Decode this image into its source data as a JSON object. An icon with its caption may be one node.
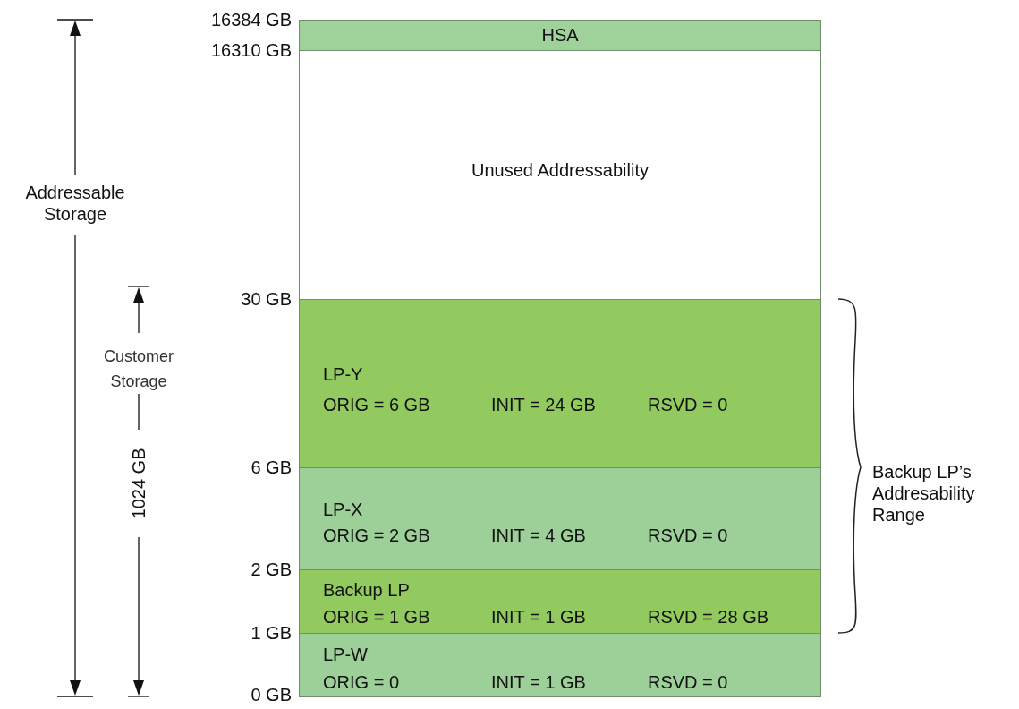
{
  "diagram": {
    "nodes": [
      {
        "text": [
          "HSA"
        ]
      },
      {
        "text": [
          "Unused Addressability"
        ]
      },
      {
        "text": [
          "LP-Y",
          "ORIG = 6 GB",
          "INIT = 24 GB",
          "RSVD = 0"
        ]
      },
      {
        "text": [
          "LP-X",
          "ORIG = 2 GB",
          "INIT = 4 GB",
          "RSVD = 0"
        ]
      },
      {
        "text": [
          "Backup LP",
          "ORIG = 1 GB",
          "INIT = 1 GB",
          "RSVD = 28 GB"
        ]
      },
      {
        "text": [
          "LP-W",
          "ORIG = 0",
          "INIT = 1 GB",
          "RSVD = 0"
        ]
      }
    ],
    "edges": [],
    "labels": [
      "16384 GB",
      "16310 GB",
      "Addressable Storage",
      "30 GB",
      "Customer Storage",
      "1024 GB",
      "6 GB",
      "Backup LP’s Addresability Range",
      "2 GB",
      "1 GB",
      "0 GB"
    ]
  }
}
